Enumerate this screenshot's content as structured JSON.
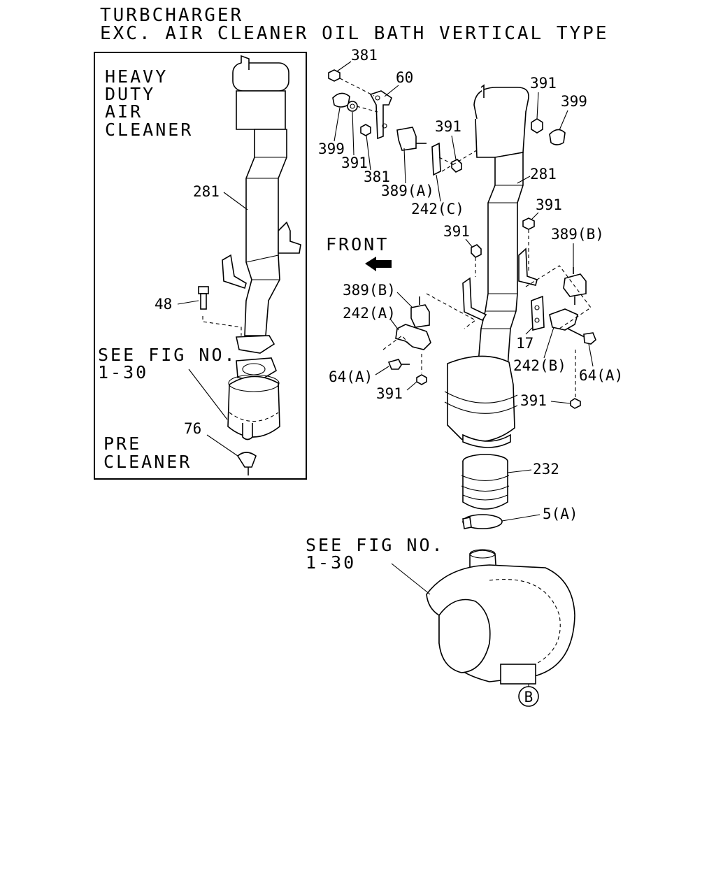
{
  "title": {
    "line1": "TURBCHARGER",
    "line2": "EXC. AIR CLEANER OIL BATH VERTICAL TYPE"
  },
  "inset": {
    "label_lines": [
      "HEAVY",
      "DUTY",
      "AIR",
      "CLEANER"
    ],
    "pre_cleaner_lines": [
      "PRE",
      "CLEANER"
    ],
    "see_fig_lines": [
      "SEE FIG NO.",
      "1-30"
    ],
    "callouts": {
      "p281": "281",
      "p48": "48",
      "p76": "76"
    }
  },
  "main": {
    "front_label": "FRONT",
    "see_fig_lines": [
      "SEE FIG NO.",
      "1-30"
    ],
    "ref_marker": "B",
    "callouts": {
      "p381_top": "381",
      "p60": "60",
      "p399_left": "399",
      "p391_a": "391",
      "p381_b": "381",
      "p389a": "389(A)",
      "p391_b": "391",
      "p242c": "242(C)",
      "p391_top_right": "391",
      "p399_right": "399",
      "p281": "281",
      "p391_c": "391",
      "p391_d": "391",
      "p389b_right": "389(B)",
      "p389b_left": "389(B)",
      "p242a": "242(A)",
      "p64a_left": "64(A)",
      "p391_e": "391",
      "p17": "17",
      "p242b": "242(B)",
      "p64a_right": "64(A)",
      "p391_f": "391",
      "p232": "232",
      "p5a": "5(A)"
    }
  }
}
